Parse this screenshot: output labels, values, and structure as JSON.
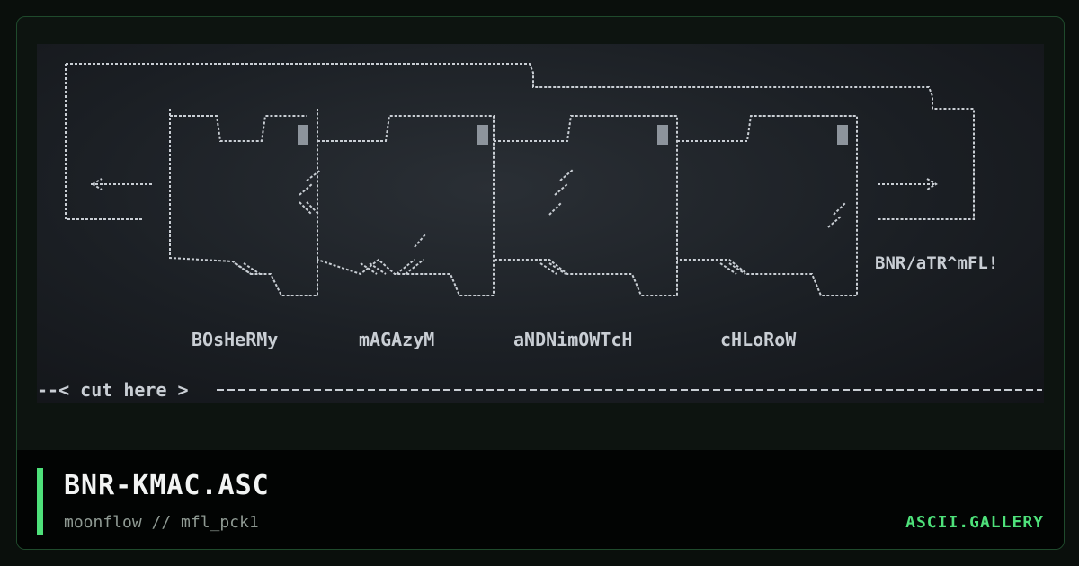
{
  "art": {
    "labels": [
      "BOsHeRMy",
      "mAGAzyM",
      "aNDNimOWTcH",
      "cHLoRoW"
    ],
    "tag": "BNR/aTR^mFL!",
    "cut_line": "--< cut here >"
  },
  "footer": {
    "title": "BNR-KMAC.ASC",
    "subtitle": "moonflow // mfl_pck1",
    "site": "ASCII.GALLERY"
  },
  "colors": {
    "accent": "#4ee17a",
    "art_text": "#c9ced4",
    "background": "#0a0f0c"
  }
}
